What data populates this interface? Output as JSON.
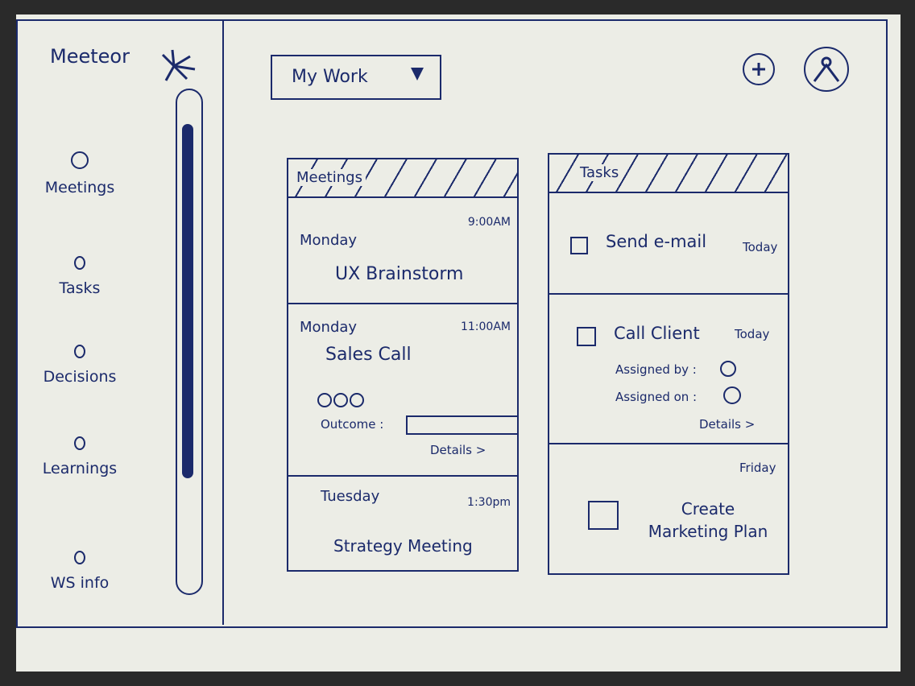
{
  "app": {
    "name": "Meeteor"
  },
  "sidebar": {
    "items": [
      {
        "label": "Meetings"
      },
      {
        "label": "Tasks"
      },
      {
        "label": "Decisions"
      },
      {
        "label": "Learnings"
      },
      {
        "label": "WS info"
      }
    ]
  },
  "header": {
    "view_selector": "My Work",
    "add_icon": "plus-circle-icon",
    "profile_icon": "user-avatar-icon"
  },
  "meetings": {
    "title": "Meetings",
    "items": [
      {
        "day": "Monday",
        "time": "9:00AM",
        "name": "UX Brainstorm"
      },
      {
        "day": "Monday",
        "time": "11:00AM",
        "name": "Sales Call",
        "outcome_label": "Outcome :",
        "details": "Details >"
      },
      {
        "day": "Tuesday",
        "time": "1:30pm",
        "name": "Strategy Meeting"
      }
    ]
  },
  "tasks": {
    "title": "Tasks",
    "items": [
      {
        "name": "Send e-mail",
        "due": "Today"
      },
      {
        "name": "Call Client",
        "due": "Today",
        "assigned_by": "Assigned by :",
        "assigned_on": "Assigned on :",
        "details": "Details >"
      },
      {
        "name": "Create Marketing Plan",
        "due": "Friday"
      }
    ]
  }
}
